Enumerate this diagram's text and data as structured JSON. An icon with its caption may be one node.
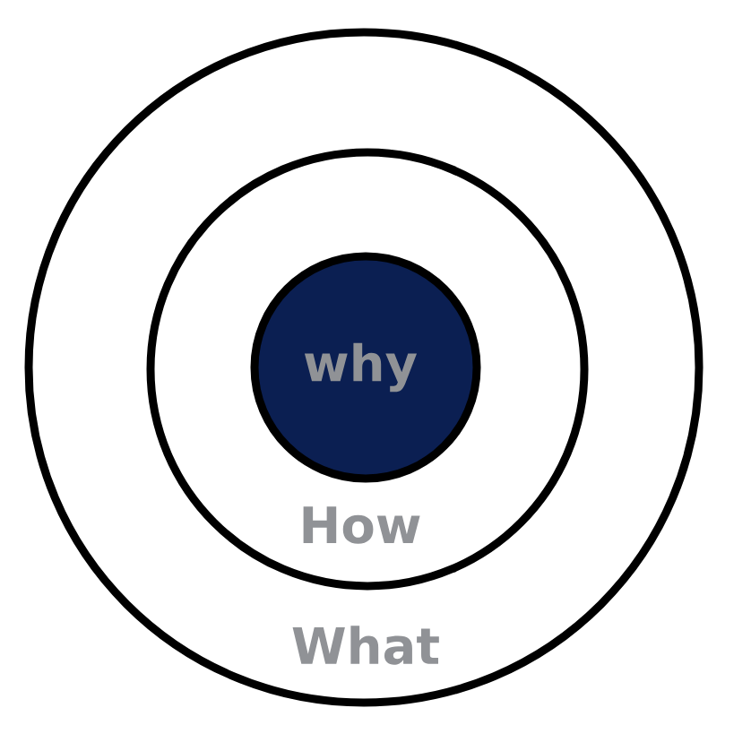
{
  "diagram": {
    "nodes": [
      {
        "text": [
          "What"
        ]
      },
      {
        "text": [
          "How"
        ],
        "in": 0
      },
      {
        "text": [
          "why"
        ],
        "in": 1
      }
    ]
  }
}
